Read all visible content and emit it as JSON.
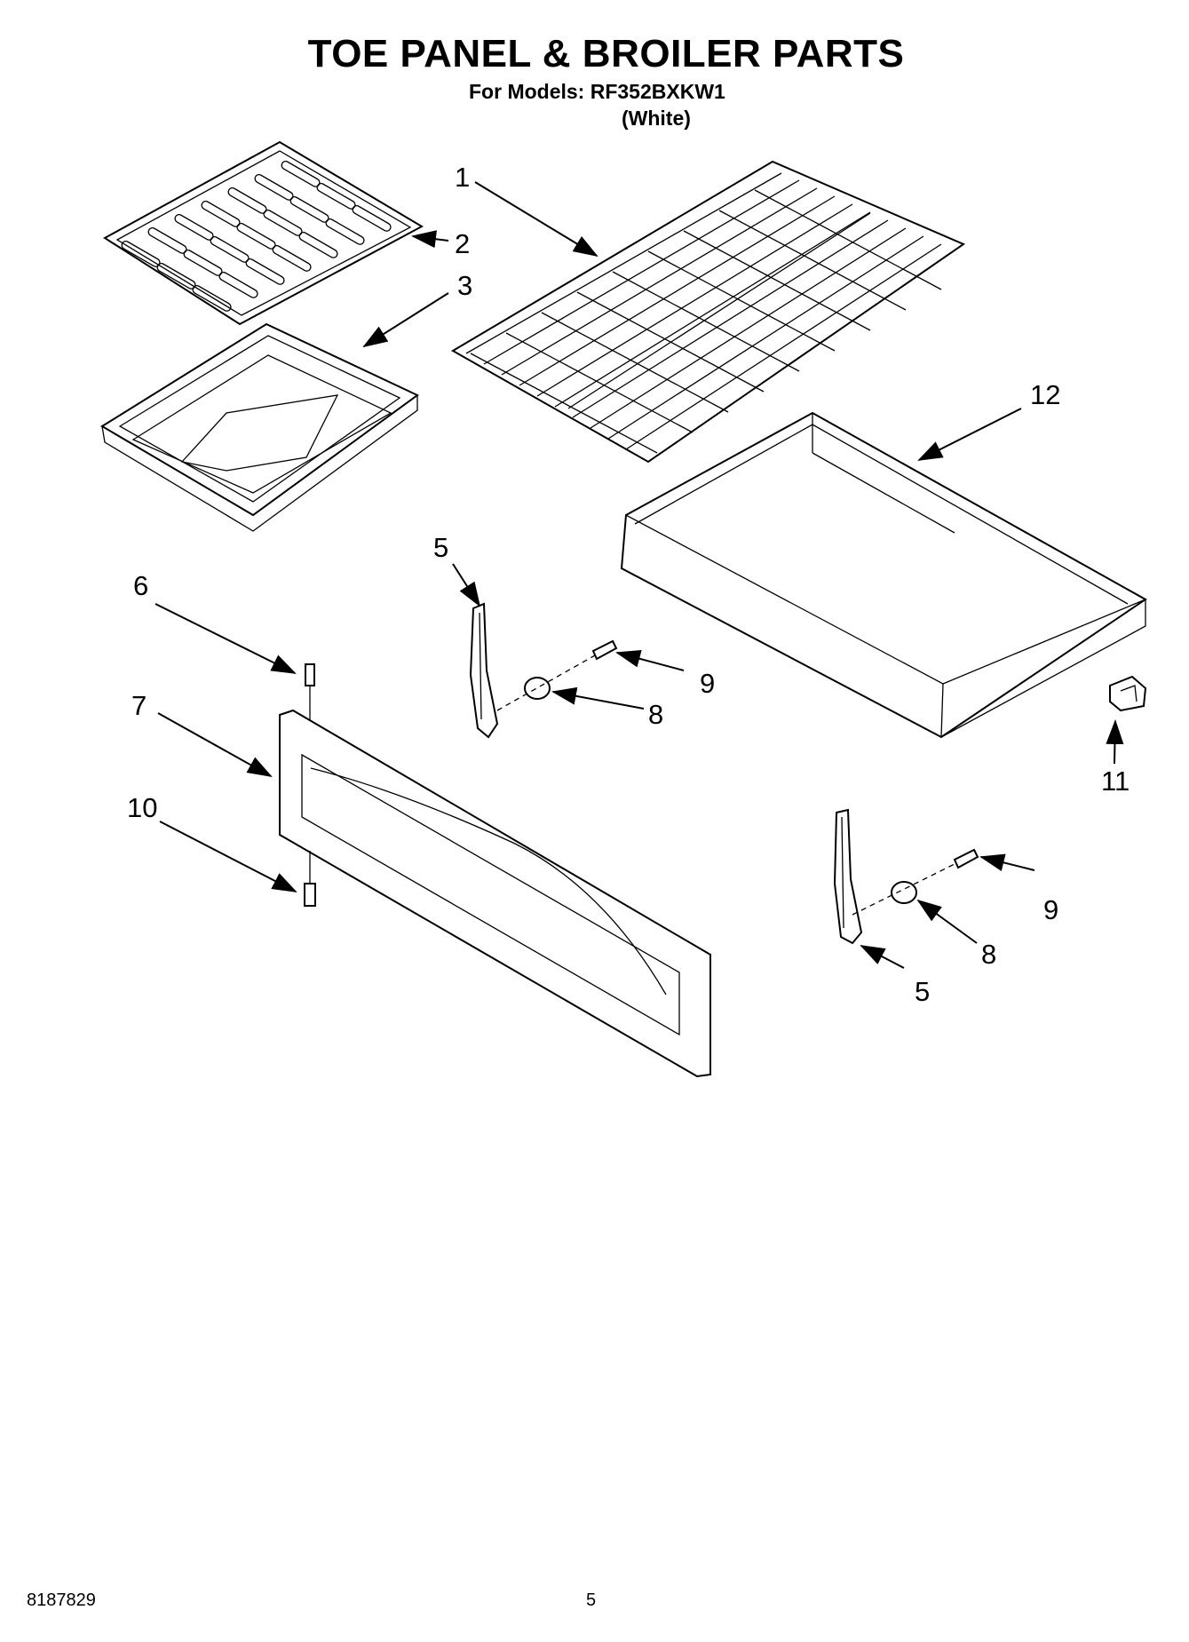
{
  "header": {
    "title": "TOE PANEL & BROILER PARTS",
    "models": "For Models: RF352BXKW1",
    "color": "(White)"
  },
  "callouts": {
    "c1": "1",
    "c2": "2",
    "c3": "3",
    "c5a": "5",
    "c5b": "5",
    "c6": "6",
    "c7": "7",
    "c8a": "8",
    "c8b": "8",
    "c9a": "9",
    "c9b": "9",
    "c10": "10",
    "c11": "11",
    "c12": "12"
  },
  "footer": {
    "doc_number": "8187829",
    "page_number": "5"
  }
}
